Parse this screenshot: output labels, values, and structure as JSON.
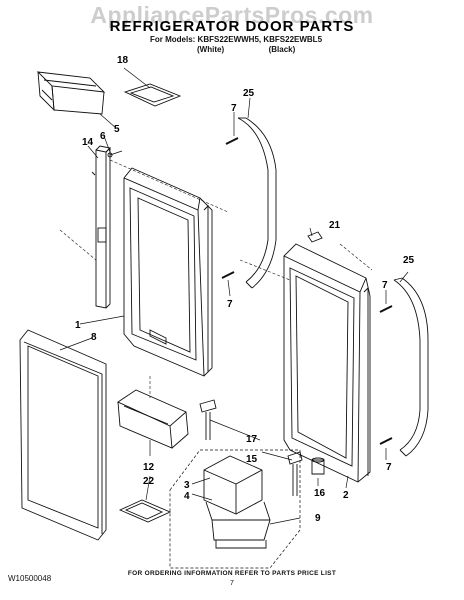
{
  "watermark": "AppliancePartsPros.com",
  "header": {
    "title": "REFRIGERATOR DOOR PARTS",
    "models_line": "For Models: KBFS22EWWH5, KBFS22EWBL5",
    "color_white": "(White)",
    "color_black": "(Black)"
  },
  "callouts": [
    "18",
    "5",
    "6",
    "14",
    "7",
    "25",
    "21",
    "25",
    "7",
    "1",
    "8",
    "7",
    "17",
    "15",
    "12",
    "22",
    "3",
    "4",
    "16",
    "9",
    "2",
    "7"
  ],
  "footer": {
    "doc_number": "W10500048",
    "ordering_text": "FOR ORDERING INFORMATION REFER TO PARTS PRICE LIST",
    "page_number": "7"
  },
  "colors": {
    "line": "#111111",
    "watermark": "#bdbdbd",
    "background": "#ffffff"
  }
}
